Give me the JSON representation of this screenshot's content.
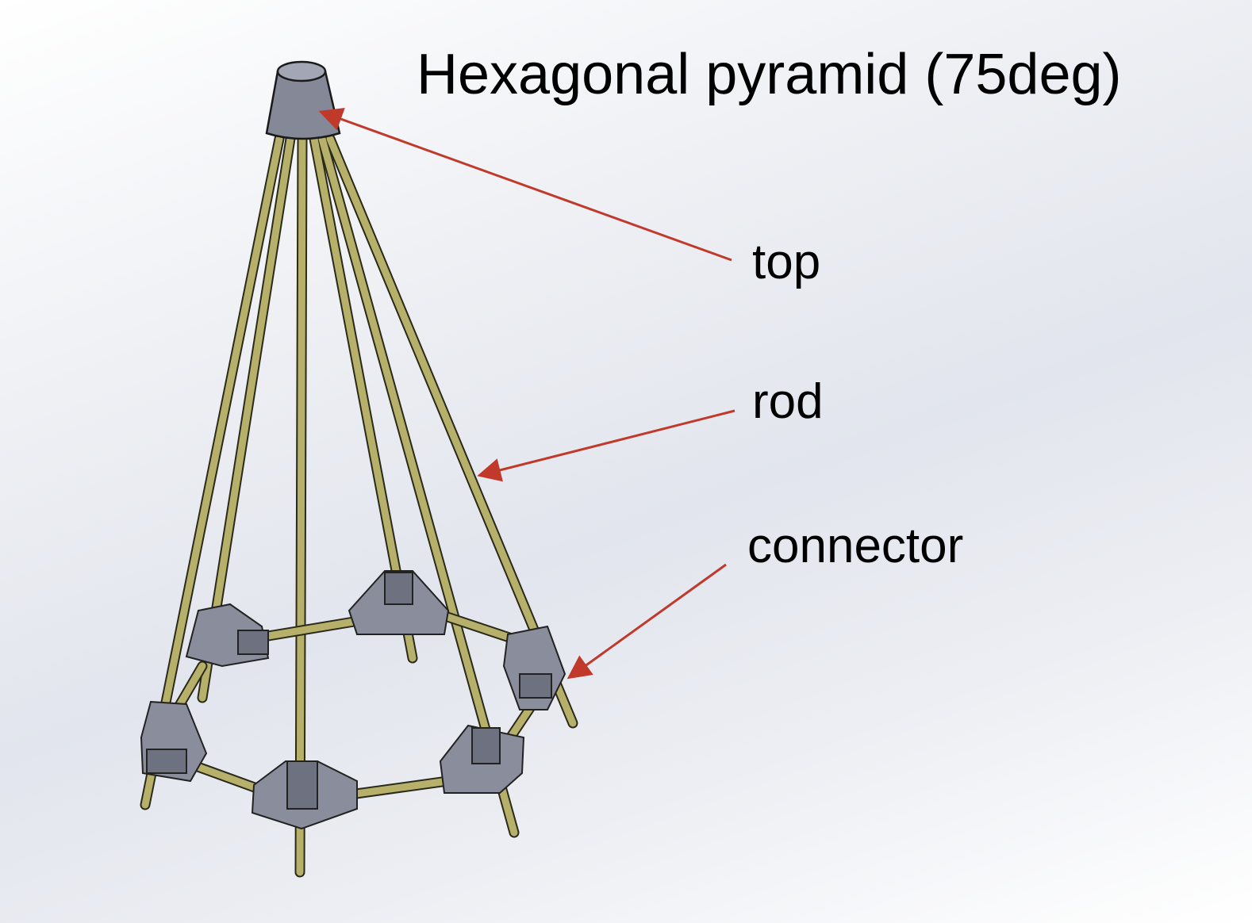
{
  "title": "Hexagonal pyramid (75deg)",
  "labels": {
    "top": "top",
    "rod": "rod",
    "connector": "connector"
  },
  "colors": {
    "rod": "#b7b06a",
    "rod_outline": "#2a2a1a",
    "connector": "#8a8d9c",
    "connector_dark": "#6e7180",
    "top_cap": "#858897",
    "arrow": "#c0392b",
    "text": "#000000"
  }
}
